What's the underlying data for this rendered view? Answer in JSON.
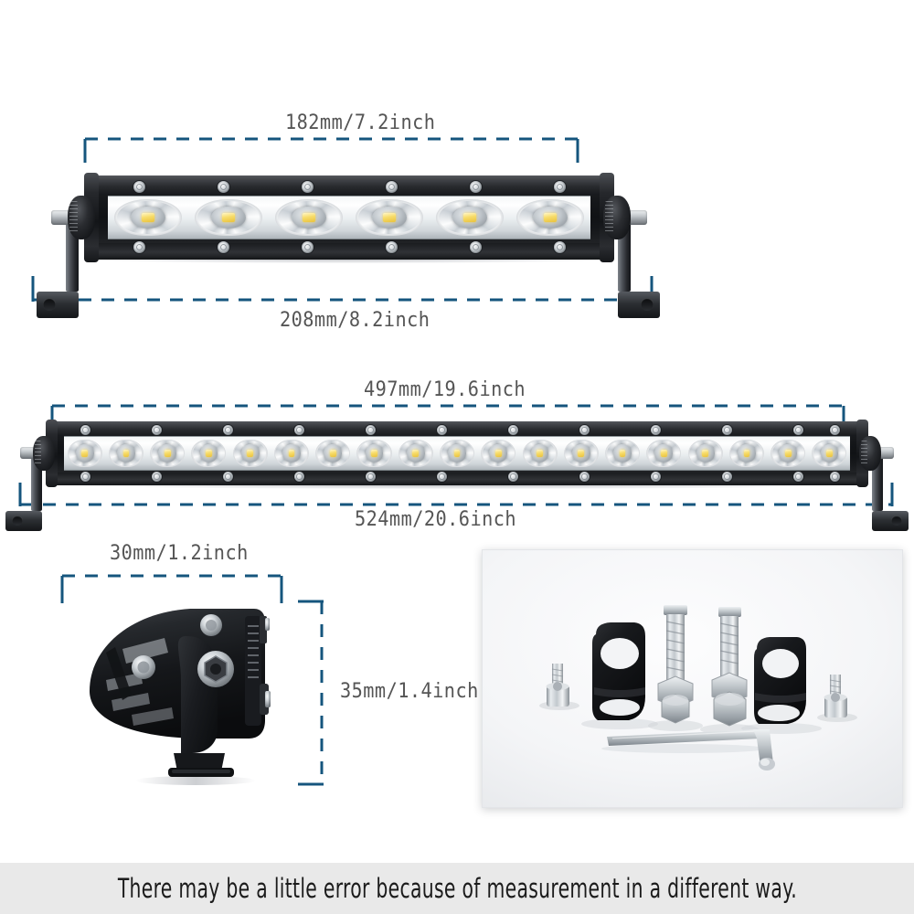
{
  "page": {
    "title": "LED Light Bar Dimension Diagram",
    "background_color": "#ffffff",
    "dimension_line_color": "#15557d",
    "dimension_text_color": "#555555"
  },
  "dimensions": {
    "short_bar_length": "182mm/7.2inch",
    "short_bar_with_brackets": "208mm/8.2inch",
    "long_bar_length": "497mm/19.6inch",
    "long_bar_with_brackets": "524mm/20.6inch",
    "profile_depth": "30mm/1.2inch",
    "profile_height": "35mm/1.4inch"
  },
  "products": {
    "short_bar": {
      "name": "7 inch single row LED light bar",
      "led_count": 6,
      "top_screws": 6,
      "bottom_screws": 6
    },
    "long_bar": {
      "name": "20 inch single row LED light bar",
      "led_count": 19,
      "top_screws": 12,
      "bottom_screws": 12
    },
    "profile_view": {
      "name": "side profile with mounting bracket"
    }
  },
  "hardware_kit": {
    "caption": "mounting hardware photo",
    "items": [
      "hex-socket-screw",
      "black-l-bracket",
      "bolt-with-nut",
      "bolt-with-nut",
      "black-l-bracket",
      "hex-socket-screw",
      "allen-wrench"
    ]
  },
  "footer": {
    "note": "There may be a little error because of measurement in a different way.",
    "background_color": "#e9e9e9"
  }
}
